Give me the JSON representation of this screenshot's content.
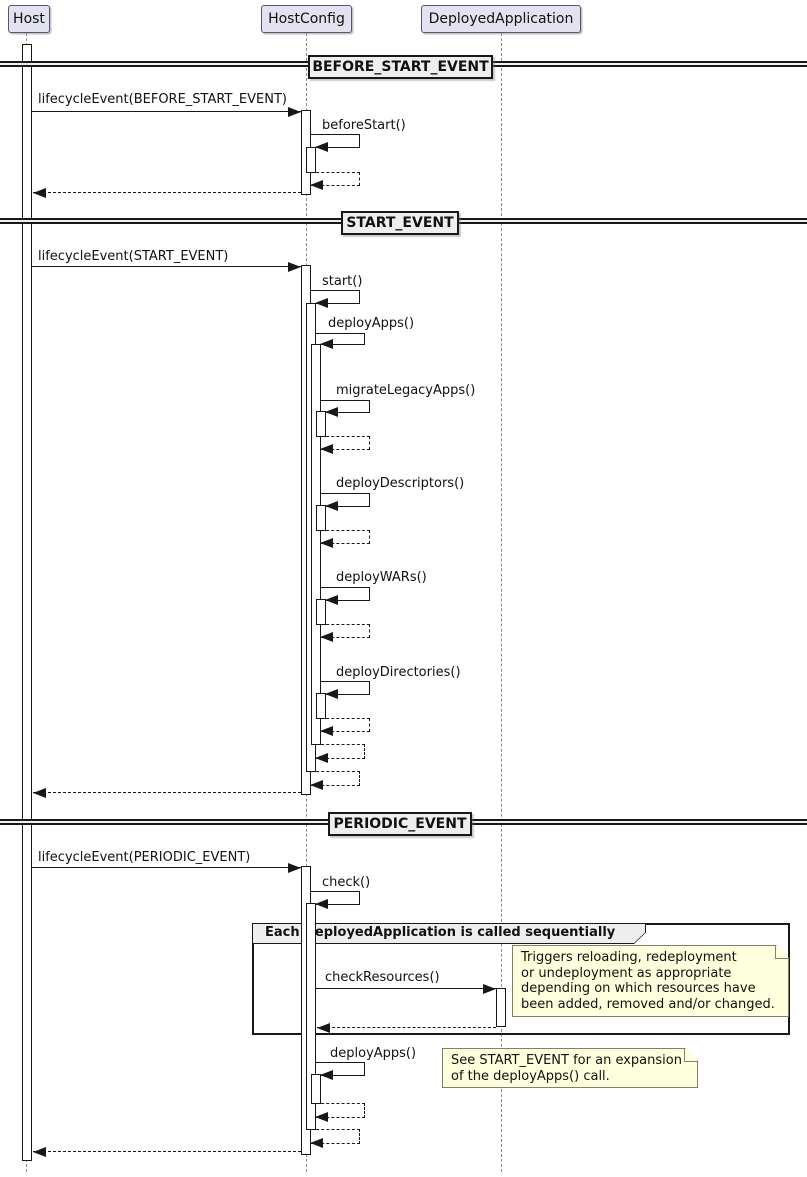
{
  "participants": [
    {
      "name": "Host"
    },
    {
      "name": "HostConfig"
    },
    {
      "name": "DeployedApplication"
    }
  ],
  "dividers": [
    {
      "label": "BEFORE_START_EVENT"
    },
    {
      "label": "START_EVENT"
    },
    {
      "label": "PERIODIC_EVENT"
    }
  ],
  "messages": {
    "lifecycle_before_start": "lifecycleEvent(BEFORE_START_EVENT)",
    "before_start": "beforeStart()",
    "lifecycle_start": "lifecycleEvent(START_EVENT)",
    "start": "start()",
    "deploy_apps": "deployApps()",
    "migrate_legacy_apps": "migrateLegacyApps()",
    "deploy_descriptors": "deployDescriptors()",
    "deploy_wars": "deployWARs()",
    "deploy_directories": "deployDirectories()",
    "lifecycle_periodic": "lifecycleEvent(PERIODIC_EVENT)",
    "check": "check()",
    "check_resources": "checkResources()",
    "deploy_apps_periodic": "deployApps()"
  },
  "group": {
    "label": "Each DeployedApplication is called sequentially"
  },
  "notes": [
    {
      "text": "Triggers reloading, redeployment\nor undeployment as appropriate\ndepending on which resources have\nbeen added, removed and/or changed."
    },
    {
      "text": "See START_EVENT for an expansion\nof the deployApps() call."
    }
  ],
  "colors": {
    "participant_fill": "#E2E2F0",
    "note_fill": "#FEFFDD",
    "divider_fill": "#EEEEEE",
    "line": "#181818"
  }
}
